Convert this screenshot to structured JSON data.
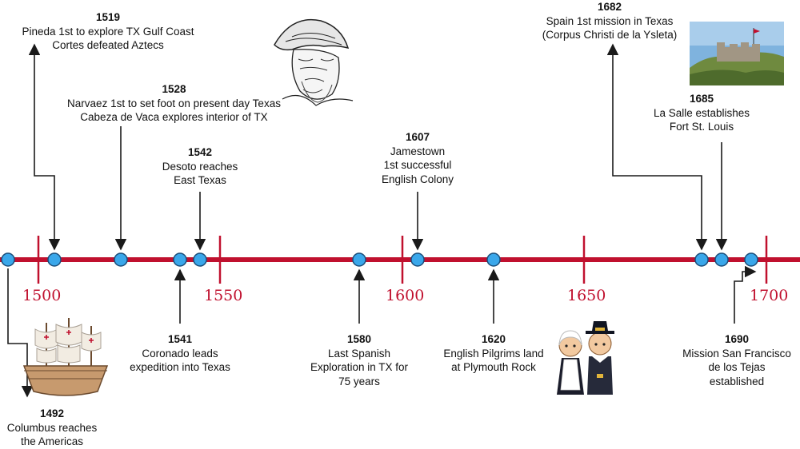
{
  "colors": {
    "axis": "#c0102e",
    "dot_fill": "#3aa7ea",
    "dot_stroke": "#1a4e7a",
    "arrow": "#1a1a1a",
    "year_label": "#c0102e"
  },
  "axis": {
    "start": 1490,
    "end": 1710,
    "ticks": [
      "1500",
      "1550",
      "1600",
      "1650",
      "1700"
    ]
  },
  "events": [
    {
      "id": "e1492",
      "year": "1492",
      "lines": [
        "Columbus reaches",
        "the Americas"
      ]
    },
    {
      "id": "e1519",
      "year": "1519",
      "lines": [
        "Pineda 1st to explore TX Gulf Coast",
        "Cortes defeated Aztecs"
      ]
    },
    {
      "id": "e1528",
      "year": "1528",
      "lines": [
        "Narvaez 1st to set foot on present day Texas",
        "Cabeza de Vaca explores interior of TX"
      ]
    },
    {
      "id": "e1541",
      "year": "1541",
      "lines": [
        "Coronado leads",
        "expedition into Texas"
      ]
    },
    {
      "id": "e1542",
      "year": "1542",
      "lines": [
        "Desoto reaches",
        "East Texas"
      ]
    },
    {
      "id": "e1580",
      "year": "1580",
      "lines": [
        "Last Spanish",
        "Exploration in TX for",
        "75 years"
      ]
    },
    {
      "id": "e1607",
      "year": "1607",
      "lines": [
        "Jamestown",
        "1st successful",
        "English Colony"
      ]
    },
    {
      "id": "e1620",
      "year": "1620",
      "lines": [
        "English Pilgrims land",
        "at Plymouth Rock"
      ]
    },
    {
      "id": "e1682",
      "year": "1682",
      "lines": [
        "Spain 1st mission in Texas",
        "(Corpus Christi de la Ysleta)"
      ]
    },
    {
      "id": "e1685",
      "year": "1685",
      "lines": [
        "La Salle establishes",
        "Fort St. Louis"
      ]
    },
    {
      "id": "e1690",
      "year": "1690",
      "lines": [
        "Mission San Francisco",
        "de los Tejas",
        "established"
      ]
    }
  ],
  "pictures": {
    "conquistador": "conquistador-helmet-engraving",
    "ship": "spanish-galleon",
    "pilgrims": "pilgrim-children",
    "fort": "hilltop-fort-photo"
  }
}
